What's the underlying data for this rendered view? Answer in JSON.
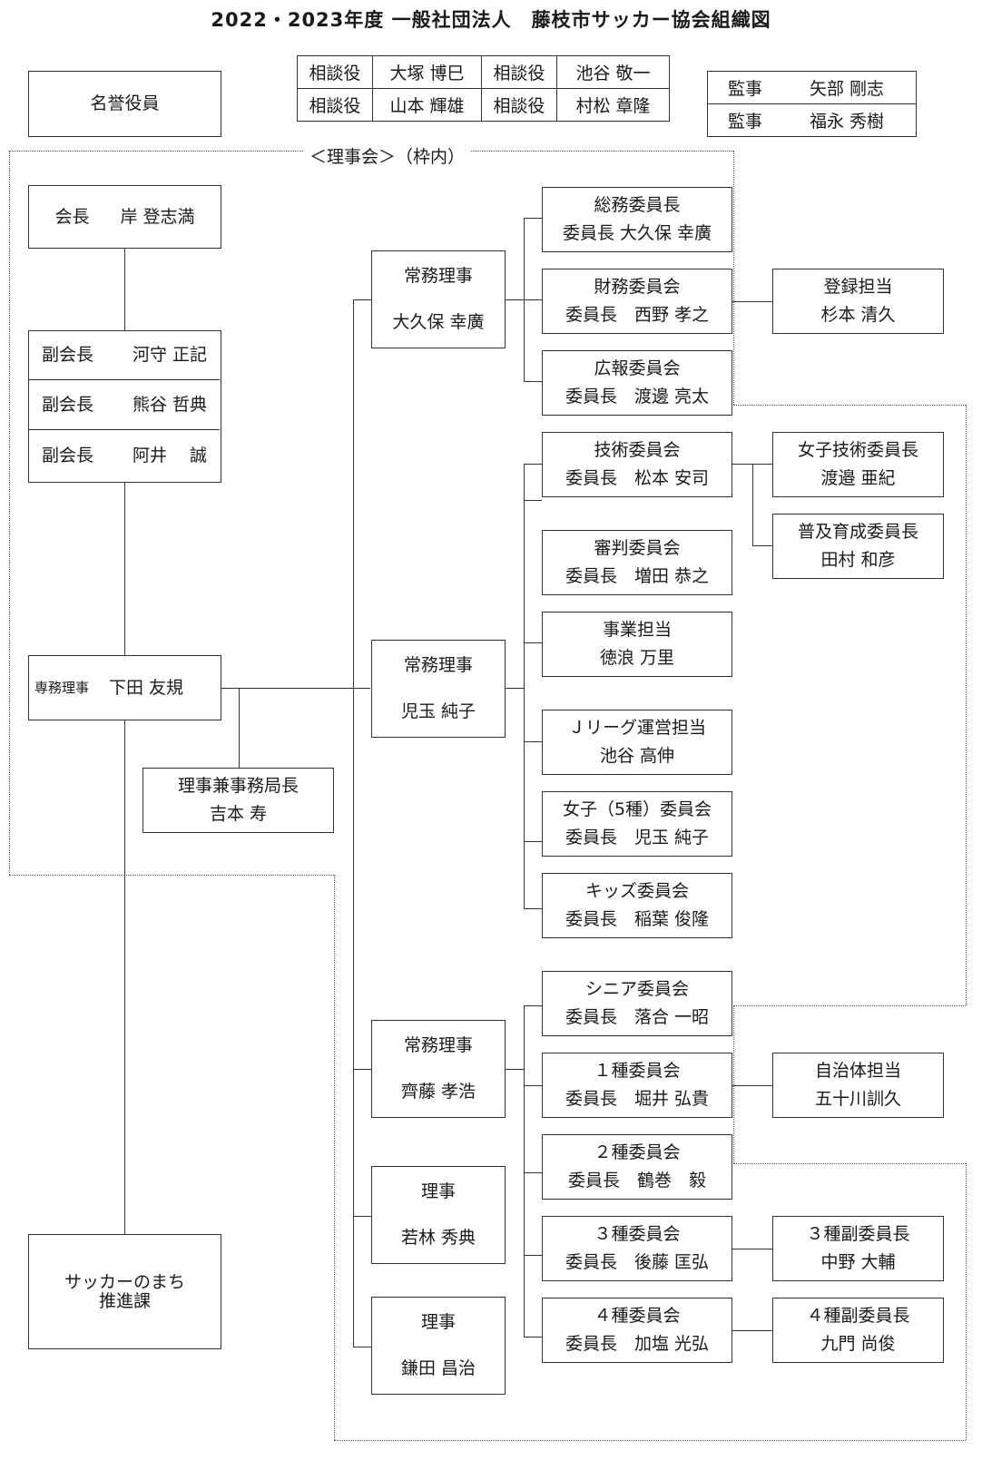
{
  "title": "2022・2023年度 一般社団法人　藤枝市サッカー協会組織図",
  "honorary": "名誉役員",
  "advisors": [
    {
      "role": "相談役",
      "name": "大塚 博巳"
    },
    {
      "role": "相談役",
      "name": "池谷 敬一"
    },
    {
      "role": "相談役",
      "name": "山本 輝雄"
    },
    {
      "role": "相談役",
      "name": "村松 章隆"
    }
  ],
  "auditors": [
    {
      "role": "監事",
      "name": "矢部 剛志"
    },
    {
      "role": "監事",
      "name": "福永 秀樹"
    }
  ],
  "board_frame_label": "＜理事会＞（枠内）",
  "president": {
    "role": "会長",
    "name": "岸 登志満"
  },
  "vice_presidents": [
    {
      "role": "副会長",
      "name": "河守 正記"
    },
    {
      "role": "副会長",
      "name": "熊谷 哲典"
    },
    {
      "role": "副会長",
      "name": "阿井　 誠"
    }
  ],
  "managing_director": {
    "role": "専務理事",
    "name": "下田 友規"
  },
  "secretary_general": {
    "role": "理事兼事務局長",
    "name": "吉本 寿"
  },
  "promotion_dept": {
    "l1": "サッカーのまち",
    "l2": "推進課"
  },
  "executives": [
    {
      "role": "常務理事",
      "name": "大久保 幸廣"
    },
    {
      "role": "常務理事",
      "name": "児玉 純子"
    },
    {
      "role": "常務理事",
      "name": "齊藤 孝浩"
    },
    {
      "role": "理事",
      "name": "若林 秀典"
    },
    {
      "role": "理事",
      "name": "鎌田 昌治"
    }
  ],
  "committees": [
    {
      "title": "総務委員長",
      "chair": "委員長 大久保 幸廣"
    },
    {
      "title": "財務委員会",
      "chair": "委員長　西野 孝之"
    },
    {
      "title": "広報委員会",
      "chair": "委員長　渡邊 亮太"
    },
    {
      "title": "技術委員会",
      "chair": "委員長　松本 安司"
    },
    {
      "title": "審判委員会",
      "chair": "委員長　増田 恭之"
    },
    {
      "title": "事業担当",
      "chair": "徳浪 万里"
    },
    {
      "title": "Ｊリーグ運営担当",
      "chair": "池谷 高伸"
    },
    {
      "title": "女子（5種）委員会",
      "chair": "委員長　児玉 純子"
    },
    {
      "title": "キッズ委員会",
      "chair": "委員長　稲葉 俊隆"
    },
    {
      "title": "シニア委員会",
      "chair": "委員長　落合 一昭"
    },
    {
      "title": "１種委員会",
      "chair": "委員長　堀井 弘貴"
    },
    {
      "title": "２種委員会",
      "chair": "委員長　鶴巻　毅"
    },
    {
      "title": "３種委員会",
      "chair": "委員長　後藤 匡弘"
    },
    {
      "title": "４種委員会",
      "chair": "委員長　加塩 光弘"
    }
  ],
  "sub_roles": [
    {
      "title": "登録担当",
      "name": "杉本 清久"
    },
    {
      "title": "女子技術委員長",
      "name": "渡邉 亜紀"
    },
    {
      "title": "普及育成委員長",
      "name": "田村 和彦"
    },
    {
      "title": "自治体担当",
      "name": "五十川訓久"
    },
    {
      "title": "３種副委員長",
      "name": "中野 大輔"
    },
    {
      "title": "４種副委員長",
      "name": "九門 尚俊"
    }
  ]
}
